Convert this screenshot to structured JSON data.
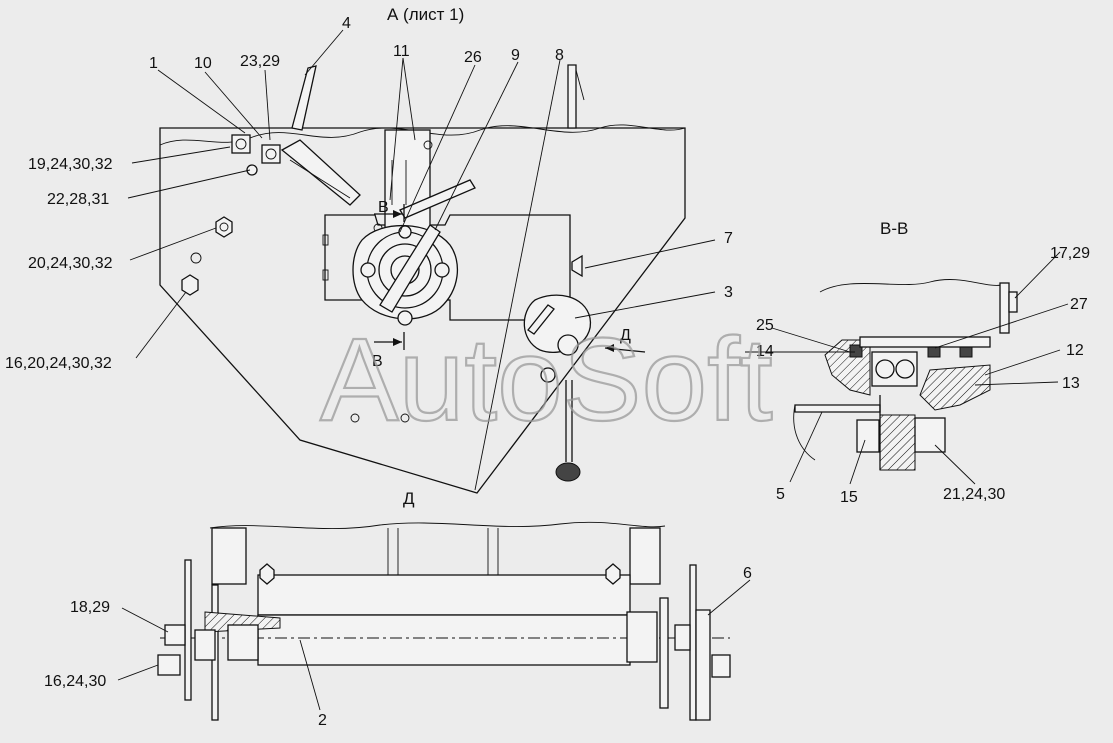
{
  "views": {
    "main_title": "А (лист 1)",
    "section_bb": "В-В",
    "view_d": "Д"
  },
  "watermark": "AutoSoft",
  "callouts": {
    "c1": "1",
    "c10": "10",
    "c23_29": "23,29",
    "c4": "4",
    "c11": "11",
    "c26": "26",
    "c9": "9",
    "c8": "8",
    "c19_24_30_32": "19,24,30,32",
    "c22_28_31": "22,28,31",
    "c20_24_30_32": "20,24,30,32",
    "c16_20_24_30_32": "16,20,24,30,32",
    "c7": "7",
    "c3": "3",
    "c17_29": "17,29",
    "c27": "27",
    "c25": "25",
    "c14": "14",
    "c12": "12",
    "c13": "13",
    "c5": "5",
    "c15": "15",
    "c21_24_30": "21,24,30",
    "c6": "6",
    "c18_29": "18,29",
    "c16_24_30": "16,24,30",
    "c2": "2"
  },
  "section_marks": {
    "top": "В",
    "bottom": "В",
    "view_arrow": "Д"
  }
}
